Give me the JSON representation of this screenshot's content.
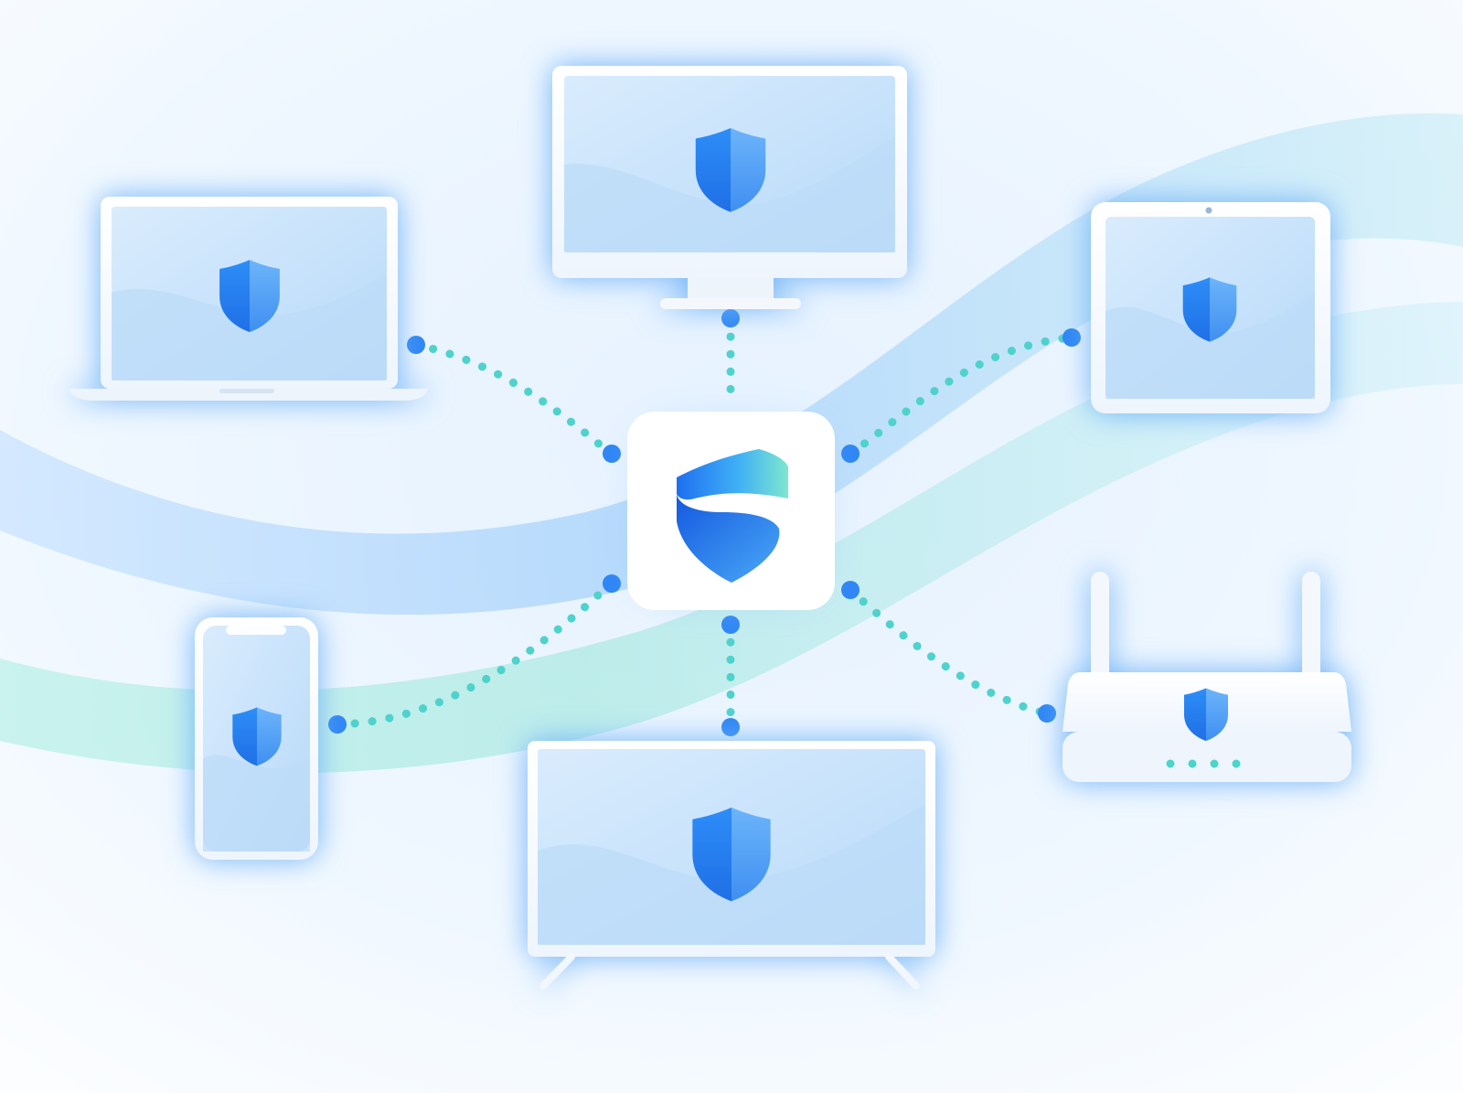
{
  "scene": {
    "colors": {
      "background": "#f4f9ff",
      "accent_blue": "#2f86f4",
      "accent_teal": "#48d6c8",
      "device_frame": "#fdfeff",
      "screen_tint": "#cfe6fb"
    },
    "hub": {
      "icon": "brand-shield-logo-icon"
    },
    "devices": [
      {
        "key": "laptop",
        "icon": "shield-icon"
      },
      {
        "key": "monitor",
        "icon": "shield-icon"
      },
      {
        "key": "tablet",
        "icon": "shield-icon"
      },
      {
        "key": "phone",
        "icon": "shield-icon"
      },
      {
        "key": "tv",
        "icon": "shield-icon"
      },
      {
        "key": "router",
        "icon": "shield-icon"
      }
    ]
  }
}
